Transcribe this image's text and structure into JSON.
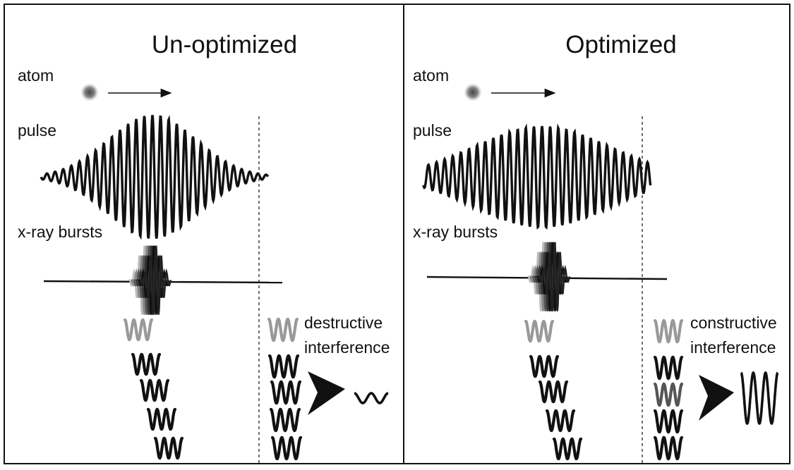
{
  "panels": [
    {
      "title": "Un-optimized",
      "atom_label": "atom",
      "pulse_label": "pulse",
      "bursts_label": "x-ray bursts",
      "result_line1": "destructive",
      "result_line2": "interference"
    },
    {
      "title": "Optimized",
      "atom_label": "atom",
      "pulse_label": "pulse",
      "bursts_label": "x-ray bursts",
      "result_line1": "constructive",
      "result_line2": "interference"
    }
  ]
}
